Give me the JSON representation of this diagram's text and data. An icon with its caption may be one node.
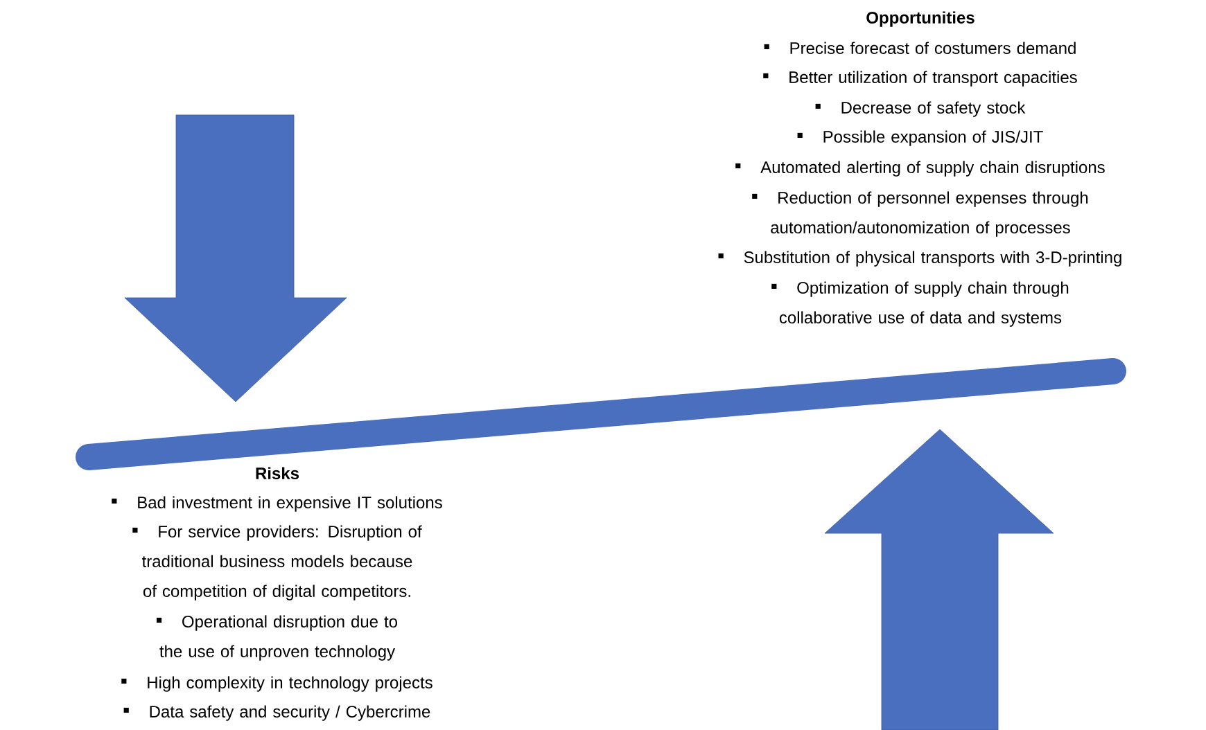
{
  "diagram": {
    "labels": [
      "Opportunities",
      "Precise forecast of costumers demand",
      "Better utilization of transport capacities",
      "Decrease of safety stock",
      "Possible expansion of JIS/JIT",
      "Automated alerting of supply chain disruptions",
      "Reduction of personnel expenses through automation/autonomization of processes",
      "Substitution of physical transports with 3-D-printing",
      "Optimization of supply chain through collaborative use of data and systems",
      "Risks",
      "Bad investment in expensive IT solutions",
      "For service providers: Disruption of traditional business models because of competition of digital competitors.",
      "Operational disruption due to the use of unproven technology",
      "High complexity in technology projects",
      "Data safety and security / Cybercrime"
    ]
  }
}
